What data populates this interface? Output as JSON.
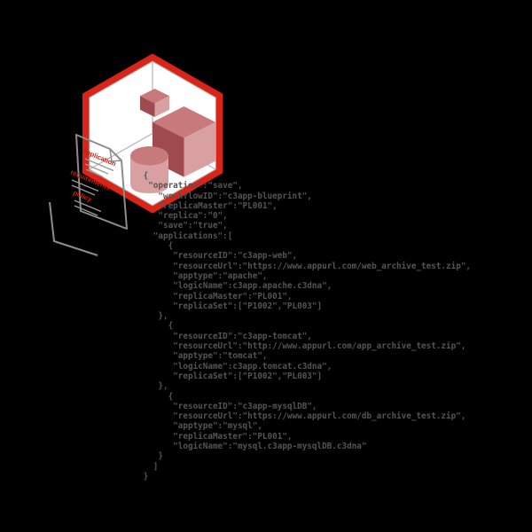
{
  "scene": {
    "background": "#000000",
    "hexagon": {
      "fill": "#ffffff",
      "border": "#da2418",
      "wireframe": "#b3b3b3"
    },
    "shapes": {
      "cube_top": "#c7797b",
      "cube_left": "#9e4a4e",
      "cube_right": "#d9a0a2",
      "cylinder_body": "#d9a0a2",
      "cylinder_top": "#c7797b"
    }
  },
  "blueprint_card": {
    "labels": [
      "application",
      "requirements",
      "policy"
    ],
    "text_color": "#c9200f",
    "outline_color": "#8c8c8c"
  },
  "code": {
    "color": "#545454",
    "lines": [
      " {",
      "  \"operation\":\"save\",",
      "    \"workflowID\":\"c3app-blueprint\",",
      "    \"replicaMaster\":\"PL001\",",
      "    \"replica\":\"0\",",
      "    \"save\":\"true\",",
      "   \"applications\":[",
      "      {",
      "       \"resourceID\":\"c3app-web\",",
      "       \"resourceUrl\":\"https://www.appurl.com/web_archive_test.zip\",",
      "       \"apptype\":\"apache\",",
      "       \"logicName\":c3app.apache.c3dna\",",
      "       \"replicaMaster\":\"PL001\",",
      "       \"replicaSet\":[\"P1002\",\"PL003\"]",
      "    },",
      "      {",
      "       \"resourceID\":\"c3app-tomcat\",",
      "       \"resourceUrl\":\"http://www.appurl.com/app_archive_test.zip\",",
      "       \"apptype\":\"tomcat\",",
      "       \"logicName\":c3app.tomcat.c3dna\",",
      "       \"replicaSet\":[\"P1002\",\"PL003\"]",
      "    },",
      "      {",
      "       \"resourceID\":\"c3app-mysqlDB\",",
      "       \"resourceUrl\":\"https://www.appurl.com/db_archive_test.zip\",",
      "       \"apptype\":\"mysql\",",
      "       \"replicaMaster\":\"PL001\",",
      "       \"logicName\":\"mysql.c3app-mysqlDB.c3dna\"",
      "    }",
      "   ]",
      " }"
    ]
  }
}
